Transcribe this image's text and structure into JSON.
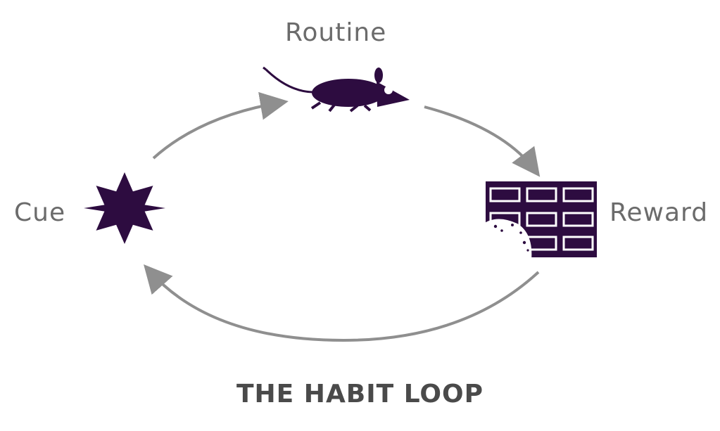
{
  "diagram": {
    "title": "THE HABIT LOOP",
    "stages": {
      "routine": {
        "label": "Routine",
        "icon": "mouse-icon"
      },
      "cue": {
        "label": "Cue",
        "icon": "starburst-icon"
      },
      "reward": {
        "label": "Reward",
        "icon": "chocolate-bar-icon"
      }
    },
    "colors": {
      "icon": "#2d0c40",
      "arrow": "#8f8f8f",
      "label": "#6b6b6b",
      "title": "#4a4a4a"
    }
  }
}
